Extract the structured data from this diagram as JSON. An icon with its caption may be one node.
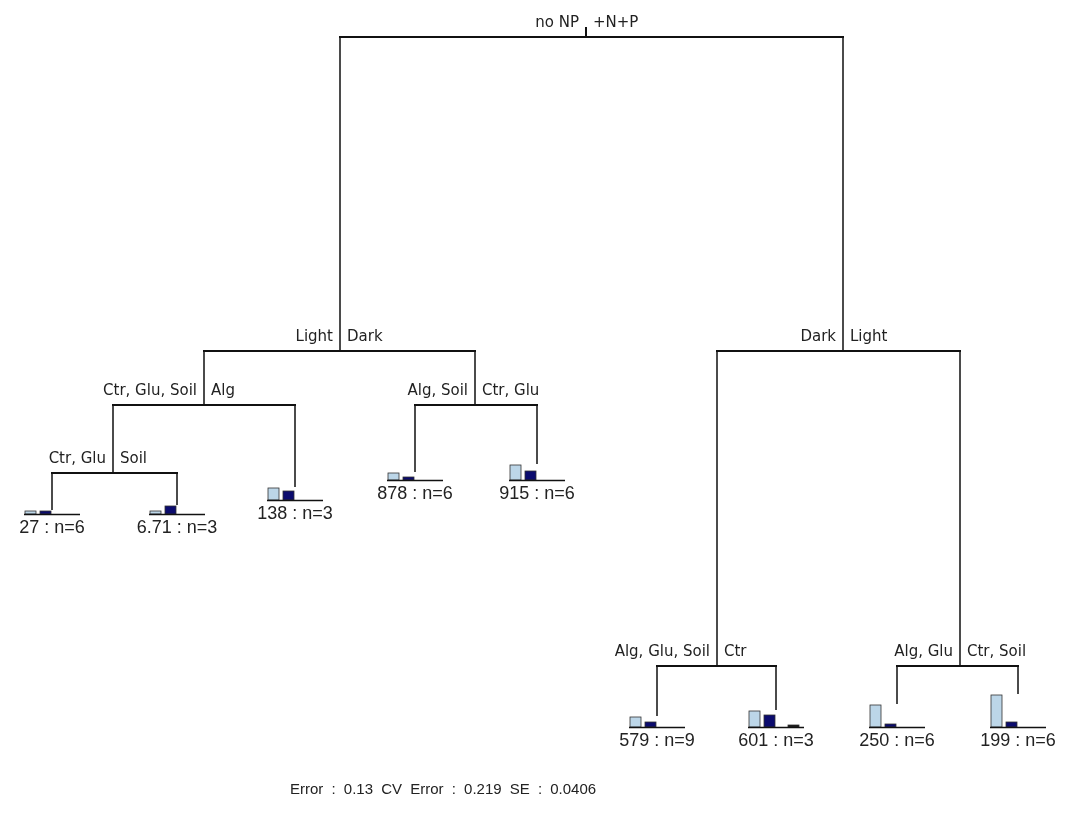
{
  "diagram": {
    "nodes": [
      {
        "text": [],
        "shape": "bar"
      },
      {
        "text": [],
        "shape": "bar"
      },
      {
        "text": [],
        "shape": "bar"
      },
      {
        "text": [],
        "shape": "bar"
      },
      {
        "text": [],
        "shape": "bar"
      },
      {
        "text": [],
        "shape": "bar"
      },
      {
        "text": [
          "27 : n=6"
        ]
      },
      {
        "text": [
          "6.71 : n=3"
        ]
      },
      {
        "text": [
          "138 : n=3"
        ]
      },
      {
        "text": [
          "878 : n=6"
        ]
      },
      {
        "text": [
          "915 : n=6"
        ]
      },
      {
        "text": [],
        "shape": "bar"
      },
      {
        "text": [],
        "shape": "bar"
      },
      {
        "text": [
          "579 : n=9"
        ]
      },
      {
        "text": [
          "601 : n=3"
        ]
      },
      {
        "text": [
          "250 : n=6"
        ]
      },
      {
        "text": [
          "199 : n=6"
        ]
      }
    ],
    "edges": [
      {
        "from": 0,
        "to": 1,
        "arrow": "none",
        "label": "no NP"
      },
      {
        "from": 0,
        "to": 2,
        "arrow": "none",
        "label": "+N+P"
      },
      {
        "from": 1,
        "to": 3,
        "arrow": "none",
        "label": "Light"
      },
      {
        "from": 1,
        "to": 4,
        "arrow": "none",
        "label": "Dark"
      },
      {
        "from": 3,
        "to": 5,
        "arrow": "none",
        "label": "Ctr, Glu, Soil"
      },
      {
        "from": 3,
        "to": 8,
        "arrow": "none",
        "label": "Alg"
      },
      {
        "from": 5,
        "to": 6,
        "arrow": "none",
        "label": "Ctr, Glu"
      },
      {
        "from": 5,
        "to": 7,
        "arrow": "none",
        "label": "Soil"
      },
      {
        "from": 4,
        "to": 9,
        "arrow": "none",
        "label": "Alg, Soil"
      },
      {
        "from": 4,
        "to": 10,
        "arrow": "none",
        "label": "Ctr, Glu"
      },
      {
        "from": 2,
        "to": 11,
        "arrow": "none",
        "label": "Dark"
      },
      {
        "from": 2,
        "to": 12,
        "arrow": "none",
        "label": "Light"
      },
      {
        "from": 11,
        "to": 13,
        "arrow": "none",
        "label": "Alg, Glu, Soil"
      },
      {
        "from": 11,
        "to": 14,
        "arrow": "none",
        "label": "Ctr"
      },
      {
        "from": 12,
        "to": 15,
        "arrow": "none",
        "label": "Alg, Glu"
      },
      {
        "from": 12,
        "to": 16,
        "arrow": "none",
        "label": "Ctr, Soil"
      }
    ],
    "labels": [
      "Error : 0.13 CV Error : 0.219 SE : 0.0406"
    ]
  }
}
